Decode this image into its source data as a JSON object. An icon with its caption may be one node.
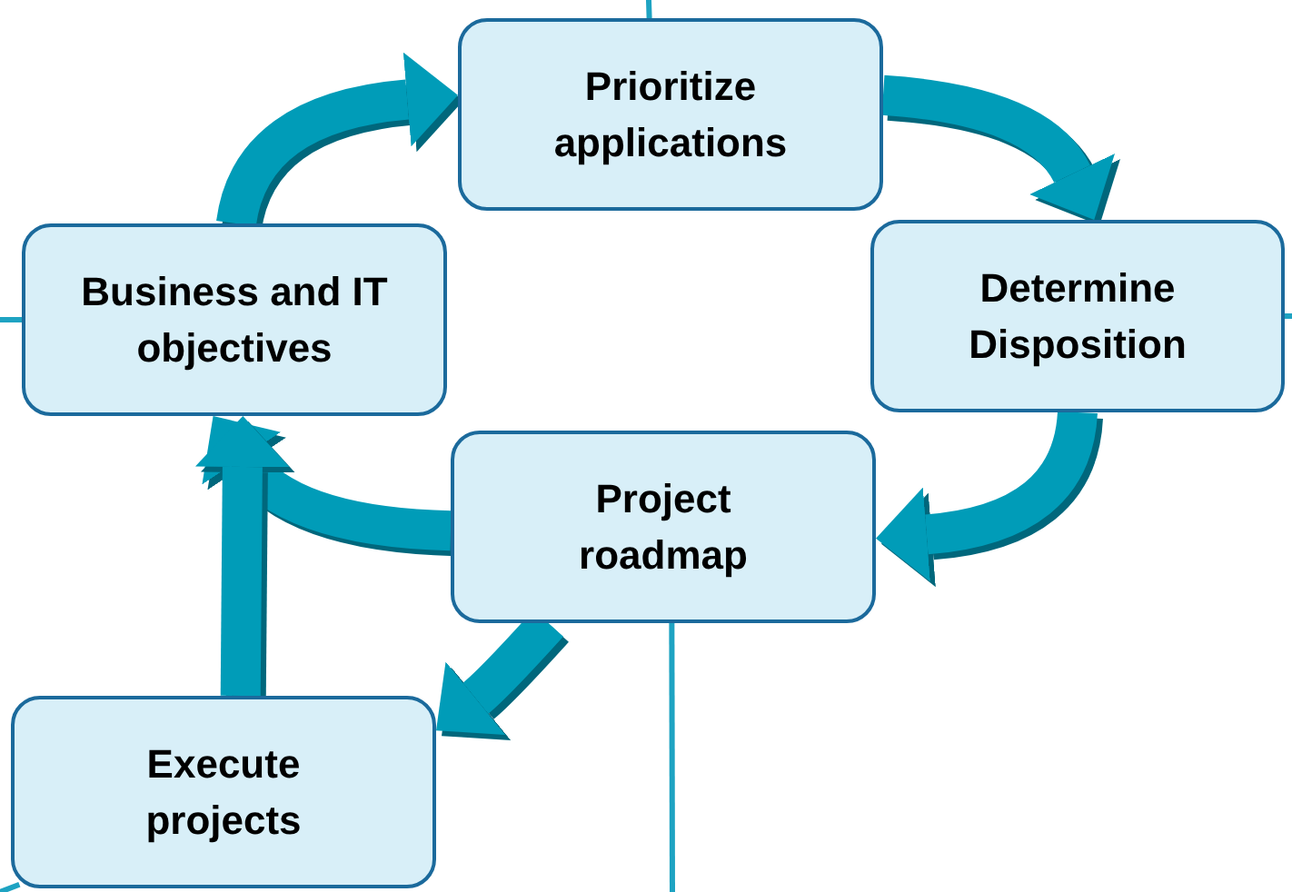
{
  "diagram": {
    "nodes": [
      {
        "text": [
          "Prioritize applications"
        ]
      },
      {
        "text": [
          "Business and IT objectives"
        ]
      },
      {
        "text": [
          "Determine Disposition"
        ]
      },
      {
        "text": [
          "Project roadmap"
        ]
      },
      {
        "text": [
          "Execute projects"
        ]
      }
    ],
    "edges": [
      {
        "from": 1,
        "to": 0,
        "arrow": "to"
      },
      {
        "from": 0,
        "to": 2,
        "arrow": "to"
      },
      {
        "from": 2,
        "to": 3,
        "arrow": "to"
      },
      {
        "from": 3,
        "to": 1,
        "arrow": "to"
      },
      {
        "from": 3,
        "to": 4,
        "arrow": "to"
      },
      {
        "from": 4,
        "to": 1,
        "arrow": "to"
      },
      {
        "from": 0,
        "to": null,
        "arrow": "none",
        "color": "#1ea3c2"
      },
      {
        "from": 1,
        "to": null,
        "arrow": "none",
        "color": "#1ea3c2"
      },
      {
        "from": 2,
        "to": null,
        "arrow": "none",
        "color": "#1ea3c2"
      },
      {
        "from": 3,
        "to": null,
        "arrow": "none",
        "color": "#1ea3c2"
      },
      {
        "from": 4,
        "to": null,
        "arrow": "none",
        "color": "#1ea3c2"
      }
    ]
  }
}
